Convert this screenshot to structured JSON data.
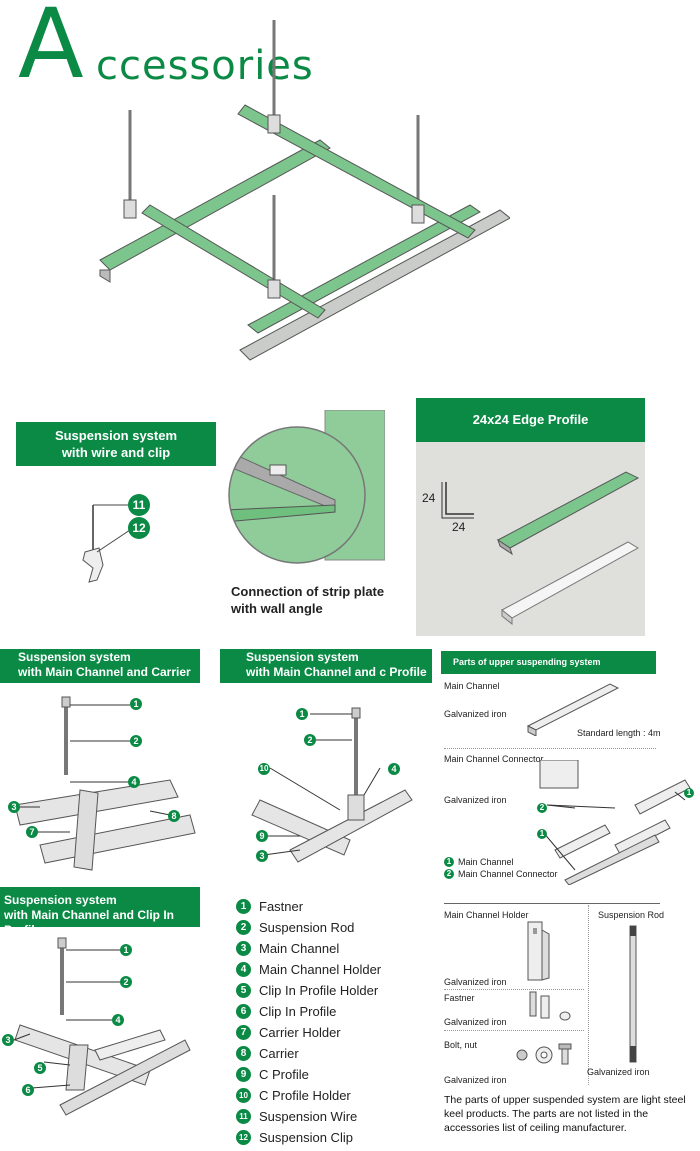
{
  "title": {
    "big_letter": "A",
    "rest": "ccessories"
  },
  "colors": {
    "green": "#0a8a45",
    "light_green": "#7cc68d",
    "grey_panel": "#dfe0dc"
  },
  "suspension_wire_clip": {
    "line1": "Suspension system",
    "line2": "with wire and clip",
    "callouts": [
      "11",
      "12"
    ]
  },
  "strip_plate": {
    "line1": "Connection of strip plate",
    "line2": "with wall angle"
  },
  "edge_profile": {
    "title": "24x24 Edge Profile",
    "dim_v": "24",
    "dim_h": "24"
  },
  "main_carrier": {
    "line1": "Suspension system",
    "line2": "with Main Channel and Carrier",
    "callouts": [
      "1",
      "2",
      "3",
      "4",
      "7",
      "8"
    ]
  },
  "main_c_profile": {
    "line1": "Suspension system",
    "line2": "with Main Channel and c Profile",
    "callouts": [
      "1",
      "2",
      "10",
      "4",
      "9",
      "3"
    ]
  },
  "upper_parts": {
    "header": "Parts of upper suspending system",
    "main_channel": "Main Channel",
    "galvanized_1": "Galvanized iron",
    "standard_length": "Standard length : 4m",
    "connector": "Main Channel Connector",
    "galvanized_2": "Galvanized iron",
    "legend": [
      {
        "n": "1",
        "label": "Main Channel"
      },
      {
        "n": "2",
        "label": "Main Channel Connector"
      }
    ]
  },
  "clip_in": {
    "line1": "Suspension system",
    "line2": "with Main Channel and Clip In Profile",
    "callouts": [
      "1",
      "2",
      "4",
      "3",
      "5",
      "6"
    ]
  },
  "legend": [
    {
      "n": "1",
      "label": "Fastner"
    },
    {
      "n": "2",
      "label": "Suspension Rod"
    },
    {
      "n": "3",
      "label": "Main Channel"
    },
    {
      "n": "4",
      "label": "Main Channel Holder"
    },
    {
      "n": "5",
      "label": "Clip In Profile Holder"
    },
    {
      "n": "6",
      "label": "Clip In Profile"
    },
    {
      "n": "7",
      "label": "Carrier Holder"
    },
    {
      "n": "8",
      "label": "Carrier"
    },
    {
      "n": "9",
      "label": "C Profile"
    },
    {
      "n": "10",
      "label": "C Profile Holder"
    },
    {
      "n": "11",
      "label": "Suspension Wire"
    },
    {
      "n": "12",
      "label": "Suspension Clip"
    }
  ],
  "holder_box": {
    "main_channel_holder": "Main Channel Holder",
    "suspension_rod": "Suspension Rod",
    "galvanized_a": "Galvanized iron",
    "fastner": "Fastner",
    "galvanized_b": "Galvanized iron",
    "bolt_nut": "Bolt, nut",
    "galvanized_c": "Galvanized iron",
    "galvanized_rod": "Galvanized iron"
  },
  "footnote": "The parts of upper suspended system are light steel keel products. The parts are not listed in the accessories list of ceiling manufacturer."
}
